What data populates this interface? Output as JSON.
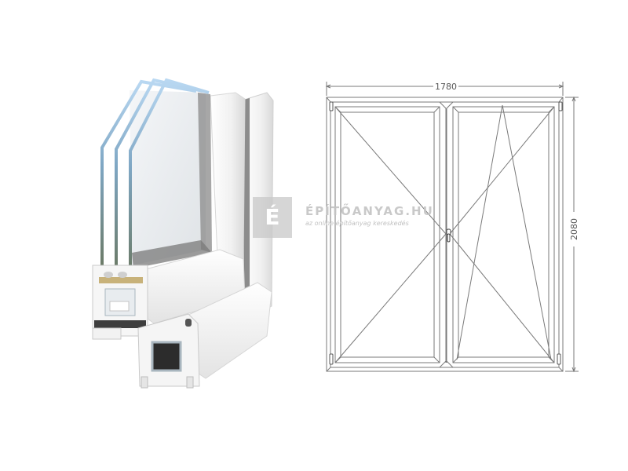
{
  "product_image": {
    "description": "PVC window profile corner cross-section with triple glazing",
    "glass_panes": 3,
    "colors": {
      "profile": "#f2f2f2",
      "glass_edge": "#9ec5e8",
      "seal": "#4a4a4a",
      "spacer": "#c8b27a"
    }
  },
  "technical_drawing": {
    "type": "double sash window, left tilt-and-turn / right turn",
    "width_label": "1780",
    "height_label": "2080",
    "line_color": "#6e6e6e"
  },
  "watermark": {
    "logo_letter": "É",
    "title": "ÉPÍTŐANYAG.HU",
    "subtitle": "az online építőanyag kereskedés"
  }
}
